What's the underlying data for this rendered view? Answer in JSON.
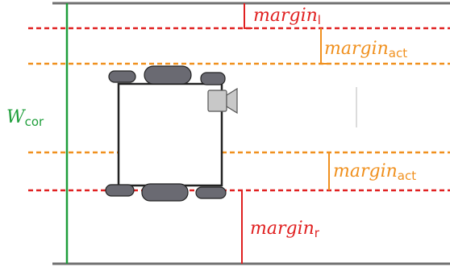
{
  "colors": {
    "wall": "#707070",
    "corridor": "#1e9e3a",
    "margin_red": "#e02020",
    "margin_orange": "#f0901e",
    "robot_body": "#222222",
    "wheel": "#6a6a72",
    "camera": "#c8c8c8",
    "faint_mark": "#d0d0d0"
  },
  "labels": {
    "margin_l": {
      "main": "margin",
      "sub": "l"
    },
    "margin_act_top": {
      "main": "margin",
      "sub": "act"
    },
    "margin_act_bottom": {
      "main": "margin",
      "sub": "act"
    },
    "margin_r": {
      "main": "margin",
      "sub": "r"
    },
    "w_cor": {
      "main": "W",
      "sub": "cor"
    }
  },
  "icons": {
    "robot": "tracked-robot-icon",
    "camera": "camera-icon"
  }
}
